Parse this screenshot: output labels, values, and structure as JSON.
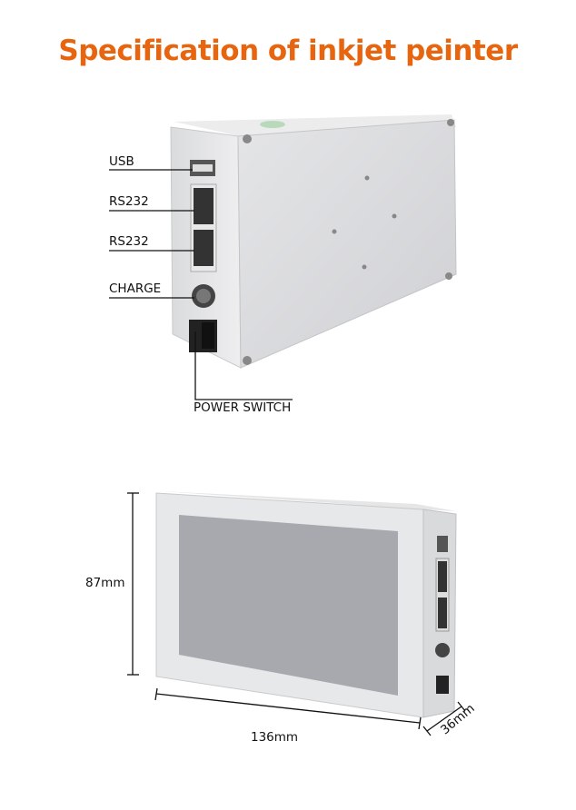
{
  "title": "Specification of inkjet peinter",
  "colors": {
    "title": "#e8650f"
  },
  "ports": {
    "usb": "USB",
    "rs232_1": "RS232",
    "rs232_2": "RS232",
    "charge": "CHARGE",
    "power_switch": "POWER SWITCH"
  },
  "dimensions": {
    "height": "87mm",
    "width": "136mm",
    "depth": "36mm"
  }
}
